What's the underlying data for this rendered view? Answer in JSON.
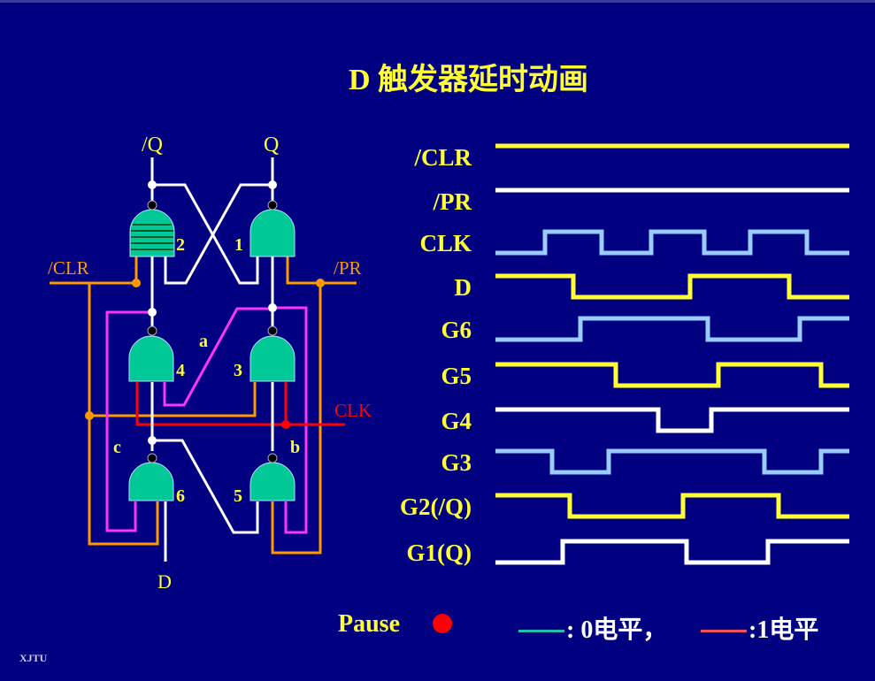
{
  "title": "D 触发器延时动画",
  "footer_label": "XJTU",
  "pause_label": "Pause",
  "legend": {
    "zero_text": ": 0电平，",
    "one_text": ":1电平",
    "zero_color": "#20c0b0",
    "one_color": "#f05060"
  },
  "colors": {
    "background": "#000080",
    "gate_fill": "#00c896",
    "yellow": "#ffff33",
    "white": "#ffffff",
    "light_blue": "#99ccff",
    "orange": "#ff9900",
    "magenta": "#ff33ff",
    "red": "#ff0000"
  },
  "circuit": {
    "top_labels": [
      "/Q",
      "Q"
    ],
    "side_labels": [
      "/CLR",
      "/PR",
      "CLK"
    ],
    "bottom_label": "D",
    "gate_numbers": [
      "1",
      "2",
      "3",
      "4",
      "5",
      "6"
    ],
    "node_labels": [
      "a",
      "b",
      "c"
    ]
  },
  "chart_data": {
    "type": "line",
    "title": "D 触发器延时动画",
    "xlabel": "",
    "ylabel": "",
    "x_units": "time (arbitrary, 0-10)",
    "series": [
      {
        "name": "/CLR",
        "color": "#ffff33",
        "transitions": [
          [
            0,
            1
          ]
        ]
      },
      {
        "name": "/PR",
        "color": "#ffffff",
        "transitions": [
          [
            0,
            1
          ]
        ]
      },
      {
        "name": "CLK",
        "color": "#99ccff",
        "transitions": [
          [
            0,
            0
          ],
          [
            1.4,
            1
          ],
          [
            3.0,
            0
          ],
          [
            4.4,
            1
          ],
          [
            5.9,
            0
          ],
          [
            7.2,
            1
          ],
          [
            8.8,
            0
          ]
        ]
      },
      {
        "name": "D",
        "color": "#ffff33",
        "transitions": [
          [
            0,
            1
          ],
          [
            2.2,
            0
          ],
          [
            5.5,
            1
          ],
          [
            8.3,
            0
          ]
        ]
      },
      {
        "name": "G6",
        "color": "#99ccff",
        "transitions": [
          [
            0,
            0
          ],
          [
            2.4,
            1
          ],
          [
            6.0,
            0
          ],
          [
            8.6,
            1
          ]
        ]
      },
      {
        "name": "G5",
        "color": "#ffff33",
        "transitions": [
          [
            0,
            1
          ],
          [
            3.4,
            0
          ],
          [
            6.3,
            1
          ],
          [
            9.2,
            0
          ]
        ]
      },
      {
        "name": "G4",
        "color": "#ffffff",
        "transitions": [
          [
            0,
            1
          ],
          [
            4.6,
            0
          ],
          [
            6.1,
            1
          ]
        ]
      },
      {
        "name": "G3",
        "color": "#99ccff",
        "transitions": [
          [
            0,
            1
          ],
          [
            1.6,
            0
          ],
          [
            3.2,
            1
          ],
          [
            7.6,
            0
          ],
          [
            9.2,
            1
          ]
        ]
      },
      {
        "name": "G2(/Q)",
        "color": "#ffff33",
        "transitions": [
          [
            0,
            1
          ],
          [
            2.1,
            0
          ],
          [
            5.3,
            1
          ],
          [
            8.0,
            0
          ]
        ]
      },
      {
        "name": "G1(Q)",
        "color": "#ffffff",
        "transitions": [
          [
            0,
            0
          ],
          [
            1.9,
            1
          ],
          [
            5.4,
            0
          ],
          [
            7.7,
            1
          ]
        ]
      }
    ]
  }
}
